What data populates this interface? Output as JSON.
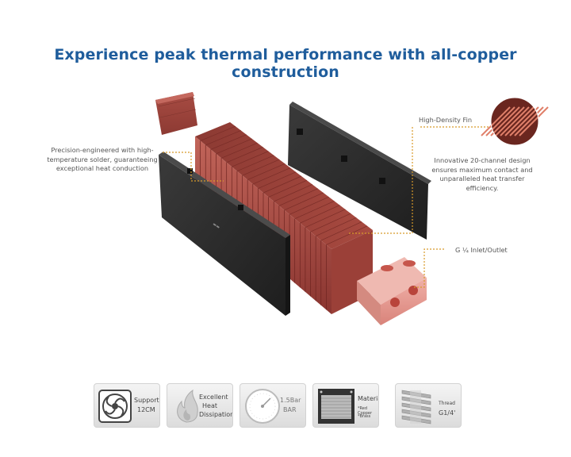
{
  "title": "Experience peak thermal performance with all-copper construction",
  "callouts": {
    "solder": "Precision-engineered with high-temperature solder, guaranteeing exceptional heat conduction",
    "fin_label": "High-Density Fin",
    "channel": "Innovative 20-channel design ensures maximum contact and unparalleled heat transfer efficiency.",
    "inlet": "G ¼ Inlet/Outlet"
  },
  "features": [
    {
      "icon": "fan-icon",
      "line1": "Support",
      "line2": "12CM"
    },
    {
      "icon": "flame-icon",
      "line1": "Excellent",
      "line2": "Heat",
      "line3": "Dissipation"
    },
    {
      "icon": "pressure-gauge-icon",
      "line1": "1.5Bar",
      "line2": "BAR"
    },
    {
      "icon": "radiator-core-icon",
      "line1": "Material",
      "line2": "*Red Copper",
      "line3": "*Brass"
    },
    {
      "icon": "thread-icon",
      "line1": "Thread",
      "line2": "G1/4'"
    }
  ],
  "colors": {
    "title": "#1f5d9c",
    "copper": "#b4544a",
    "copper_dark": "#7a2b27",
    "frame": "#2b2b2b",
    "leader": "#d89a2a"
  }
}
